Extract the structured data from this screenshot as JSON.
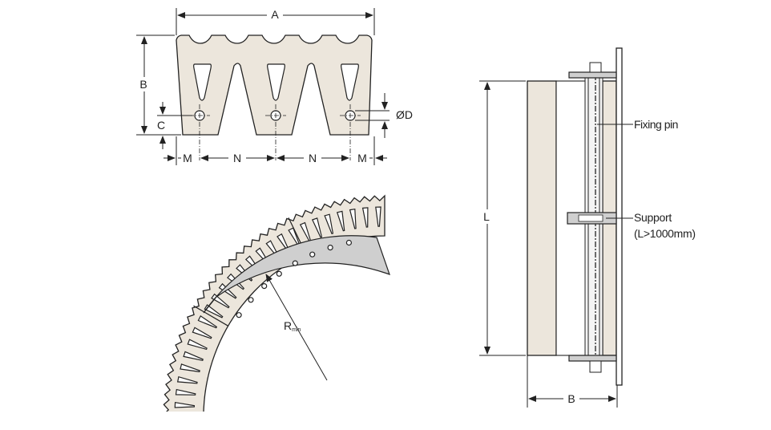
{
  "cross_section": {
    "labels": {
      "width": "A",
      "height": "B",
      "hole_height": "C",
      "hole_diameter": "ØD",
      "edge_left": "M",
      "pitch_1": "N",
      "pitch_2": "N",
      "edge_right": "M"
    }
  },
  "bend_view": {
    "radius_label": "R",
    "radius_subscript": "min"
  },
  "side_view": {
    "length_label": "L",
    "width_label": "B",
    "fixing_pin_label": "Fixing pin",
    "support_label": "Support",
    "support_note": "(L>1000mm)"
  },
  "colors": {
    "profile_fill": "#ece6dc",
    "support_fill": "#cfcfcf",
    "line": "#222222"
  }
}
